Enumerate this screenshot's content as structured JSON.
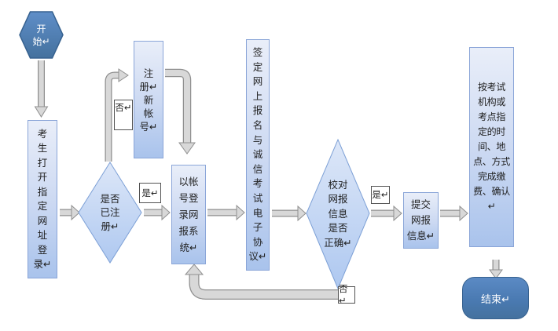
{
  "title": "online-exam-registration-flowchart",
  "shapes": {
    "start": {
      "text": "开\n始↵"
    },
    "open_site": {
      "text": "考\n生\n打\n开\n指\n定\n网\n址\n登\n录↵"
    },
    "check_registered": {
      "text": "是否\n已注\n册↵"
    },
    "register_new": {
      "text": "注\n册↵\n新\n帐\n号↵"
    },
    "login_system": {
      "text": "以帐\n号登\n录网\n报系\n统↵"
    },
    "sign_agreement": {
      "text": "签\n定\n网\n上\n报\n名\n与\n诚\n信\n考\n试\n电\n子\n协\n议↵"
    },
    "verify_info": {
      "text": "校对\n网报\n信息\n是否\n正确↵"
    },
    "submit_info": {
      "text": "提交\n网报\n信息↵"
    },
    "pay_confirm": {
      "text": "按考试\n机构或\n考点指\n定的时\n间、地\n点、方式\n完成缴\n费、确认↵"
    },
    "end": {
      "text": "结束↵"
    }
  },
  "labels": {
    "yes_registered": "是↵",
    "no_registered": "否↵",
    "yes_correct": "是↵",
    "no_correct": "否↵"
  },
  "colors": {
    "accent_dark_fill": "#4f81bd",
    "accent_dark_border": "#36618f",
    "light_fill_top": "#e9eef9",
    "light_fill_bottom": "#a9c3ec",
    "light_border": "#8aa5d8",
    "diamond_fill_top": "#dde7f8",
    "diamond_fill_bottom": "#aec8f0",
    "arrow_fill": "#d8d8d8",
    "arrow_border": "#8f8f8f",
    "label_border": "#525252"
  }
}
